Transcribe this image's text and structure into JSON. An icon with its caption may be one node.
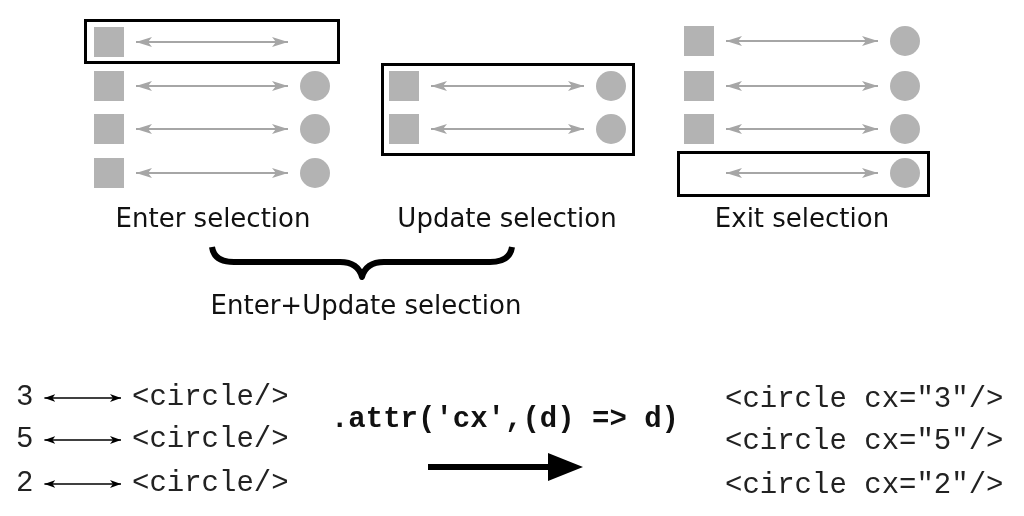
{
  "diagram": {
    "nodes": [
      {
        "text": [],
        "shape": "box"
      },
      {
        "text": [],
        "shape": "box",
        "in": 0
      },
      {
        "text": [],
        "shape": "box"
      },
      {
        "text": [],
        "shape": "circle"
      },
      {
        "text": [],
        "shape": "box"
      },
      {
        "text": [],
        "shape": "circle"
      },
      {
        "text": [],
        "shape": "box"
      },
      {
        "text": [],
        "shape": "circle"
      },
      {
        "text": [],
        "shape": "box"
      },
      {
        "text": [],
        "shape": "box",
        "in": 8
      },
      {
        "text": [],
        "shape": "circle",
        "in": 8
      },
      {
        "text": [],
        "shape": "box",
        "in": 8
      },
      {
        "text": [],
        "shape": "circle",
        "in": 8
      },
      {
        "text": [],
        "shape": "box"
      },
      {
        "text": [],
        "shape": "circle"
      },
      {
        "text": [],
        "shape": "box"
      },
      {
        "text": [],
        "shape": "circle"
      },
      {
        "text": [],
        "shape": "box"
      },
      {
        "text": [],
        "shape": "circle"
      },
      {
        "text": [],
        "shape": "box"
      },
      {
        "text": [],
        "shape": "circle",
        "in": 19
      },
      {
        "text": [
          "3"
        ]
      },
      {
        "text": [
          "<circle/>"
        ]
      },
      {
        "text": [
          "5"
        ]
      },
      {
        "text": [
          "<circle/>"
        ]
      },
      {
        "text": [
          "2"
        ]
      },
      {
        "text": [
          "<circle/>"
        ]
      },
      {
        "text": [
          "<circle cx=\"3\"/>"
        ]
      },
      {
        "text": [
          "<circle cx=\"5\"/>"
        ]
      },
      {
        "text": [
          "<circle cx=\"2\"/>"
        ]
      }
    ],
    "edges": [
      {
        "from": 1,
        "to": null,
        "arrow": "both"
      },
      {
        "from": 2,
        "to": 3,
        "arrow": "both"
      },
      {
        "from": 4,
        "to": 5,
        "arrow": "both"
      },
      {
        "from": 6,
        "to": 7,
        "arrow": "both"
      },
      {
        "from": 9,
        "to": 10,
        "arrow": "both"
      },
      {
        "from": 11,
        "to": 12,
        "arrow": "both"
      },
      {
        "from": 13,
        "to": 14,
        "arrow": "both"
      },
      {
        "from": 15,
        "to": 16,
        "arrow": "both"
      },
      {
        "from": 17,
        "to": 18,
        "arrow": "both"
      },
      {
        "from": null,
        "to": 20,
        "arrow": "both"
      },
      {
        "from": 21,
        "to": 22,
        "arrow": "both",
        "color": "#000000"
      },
      {
        "from": 23,
        "to": 24,
        "arrow": "both",
        "color": "#000000"
      },
      {
        "from": 25,
        "to": 26,
        "arrow": "both",
        "color": "#000000"
      }
    ],
    "labels": [
      "Enter selection",
      "Update selection",
      "Exit selection",
      "Enter+Update selection",
      ".attr('cx',(d) => d)"
    ]
  }
}
